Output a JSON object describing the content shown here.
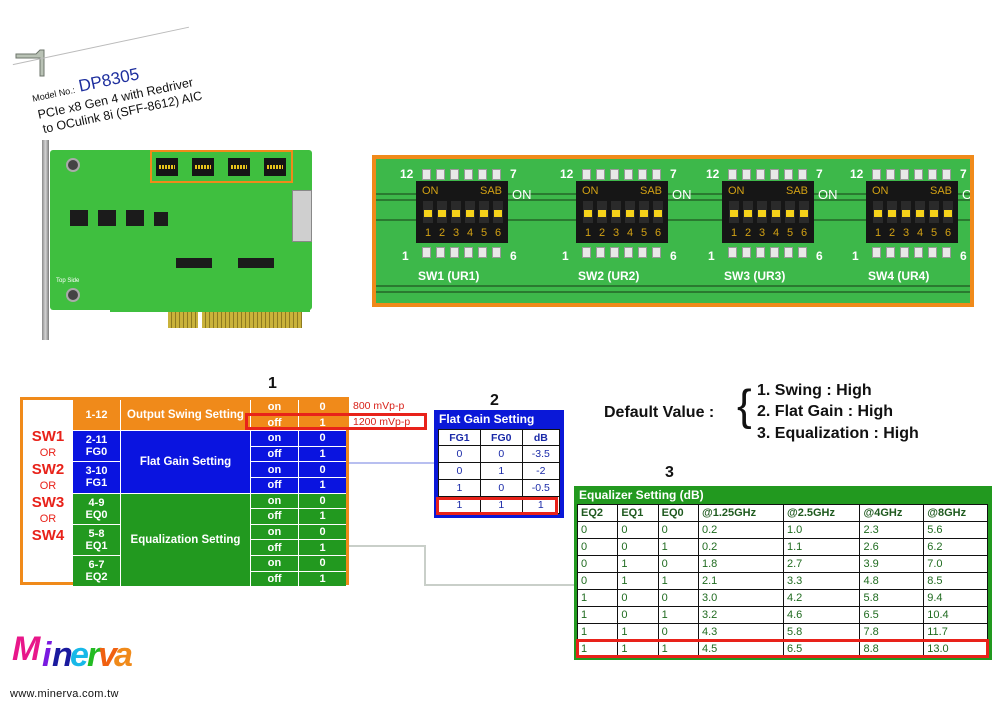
{
  "product": {
    "model_label": "Model No.:",
    "model_number": "DP8305",
    "description_line1": "PCIe x8 Gen 4 with Redriver",
    "description_line2": "to OCulink 8i (SFF-8612) AIC",
    "board_side_label": "Top Side"
  },
  "dip_photo": {
    "switches": [
      {
        "label": "SW1 (UR1)"
      },
      {
        "label": "SW2 (UR2)"
      },
      {
        "label": "SW3 (UR3)"
      },
      {
        "label": "SW4 (UR4)"
      }
    ],
    "on_text": "ON",
    "sab_text": "SAB",
    "side_on": "ON",
    "pin_top_left": "12",
    "pin_top_right": "7",
    "pin_bottom_left": "1",
    "pin_bottom_right": "6",
    "positions": [
      "1",
      "2",
      "3",
      "4",
      "5",
      "6"
    ]
  },
  "section_numbers": {
    "one": "1",
    "two": "2",
    "three": "3"
  },
  "switch_table": {
    "switch_names": [
      "SW1",
      "SW2",
      "SW3",
      "SW4"
    ],
    "or_text": "OR",
    "groups": [
      {
        "name": "Output Swing Setting",
        "color": "#f08a1a",
        "pins": [
          {
            "pins": "1-12",
            "signal": ""
          }
        ],
        "rows": [
          {
            "state": "on",
            "value": "0",
            "note": "800 mVp-p"
          },
          {
            "state": "off",
            "value": "1",
            "note": "1200 mVp-p"
          }
        ]
      },
      {
        "name": "Flat Gain Setting",
        "color": "#0a14e0",
        "pins": [
          {
            "pins": "2-11",
            "signal": "FG0"
          },
          {
            "pins": "3-10",
            "signal": "FG1"
          }
        ],
        "rows": [
          {
            "state": "on",
            "value": "0"
          },
          {
            "state": "off",
            "value": "1"
          },
          {
            "state": "on",
            "value": "0"
          },
          {
            "state": "off",
            "value": "1"
          }
        ]
      },
      {
        "name": "Equalization Setting",
        "color": "#22991f",
        "pins": [
          {
            "pins": "4-9",
            "signal": "EQ0"
          },
          {
            "pins": "5-8",
            "signal": "EQ1"
          },
          {
            "pins": "6-7",
            "signal": "EQ2"
          }
        ],
        "rows": [
          {
            "state": "on",
            "value": "0"
          },
          {
            "state": "off",
            "value": "1"
          },
          {
            "state": "on",
            "value": "0"
          },
          {
            "state": "off",
            "value": "1"
          },
          {
            "state": "on",
            "value": "0"
          },
          {
            "state": "off",
            "value": "1"
          }
        ]
      }
    ]
  },
  "flat_gain_table": {
    "title": "Flat Gain Setting",
    "headers": [
      "FG1",
      "FG0",
      "dB"
    ],
    "rows": [
      [
        "0",
        "0",
        "-3.5"
      ],
      [
        "0",
        "1",
        "-2"
      ],
      [
        "1",
        "0",
        "-0.5"
      ],
      [
        "1",
        "1",
        "1"
      ]
    ],
    "highlighted_row": 3
  },
  "default_values": {
    "label": "Default Value :",
    "items": [
      "1. Swing : High",
      "2. Flat Gain : High",
      "3. Equalization : High"
    ]
  },
  "equalizer_table": {
    "title": "Equalizer Setting (dB)",
    "headers": [
      "EQ2",
      "EQ1",
      "EQ0",
      "@1.25GHz",
      "@2.5GHz",
      "@4GHz",
      "@8GHz"
    ],
    "rows": [
      [
        "0",
        "0",
        "0",
        "0.2",
        "1.0",
        "2.3",
        "5.6"
      ],
      [
        "0",
        "0",
        "1",
        "0.2",
        "1.1",
        "2.6",
        "6.2"
      ],
      [
        "0",
        "1",
        "0",
        "1.8",
        "2.7",
        "3.9",
        "7.0"
      ],
      [
        "0",
        "1",
        "1",
        "2.1",
        "3.3",
        "4.8",
        "8.5"
      ],
      [
        "1",
        "0",
        "0",
        "3.0",
        "4.2",
        "5.8",
        "9.4"
      ],
      [
        "1",
        "0",
        "1",
        "3.2",
        "4.6",
        "6.5",
        "10.4"
      ],
      [
        "1",
        "1",
        "0",
        "4.3",
        "5.8",
        "7.8",
        "11.7"
      ],
      [
        "1",
        "1",
        "1",
        "4.5",
        "6.5",
        "8.8",
        "13.0"
      ]
    ],
    "highlighted_row": 7
  },
  "brand": {
    "logo_text": "Minerva",
    "website": "www.minerva.com.tw"
  }
}
